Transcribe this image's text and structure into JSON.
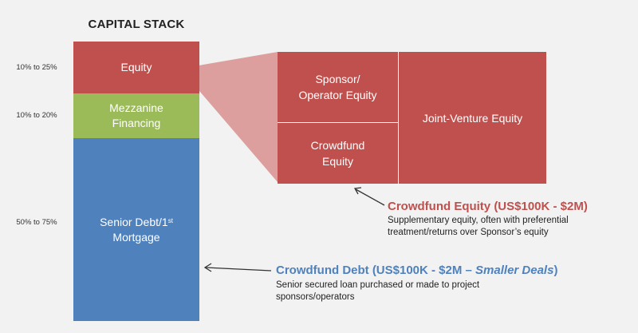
{
  "title": "CAPITAL STACK",
  "ranges": {
    "equity": "10% to 25%",
    "mezzanine": "10% to 20%",
    "senior": "50% to 75%"
  },
  "stack": {
    "equity": "Equity",
    "mezzanine_line1": "Mezzanine",
    "mezzanine_line2": "Financing",
    "senior_line1_pre": "Senior Debt/1",
    "senior_line1_sup": "st",
    "senior_line2": "Mortgage"
  },
  "equity_breakdown": {
    "sponsor_line1": "Sponsor/",
    "sponsor_line2": "Operator Equity",
    "crowdfund_line1": "Crowdfund",
    "crowdfund_line2": "Equity",
    "joint_venture": "Joint-Venture Equity"
  },
  "callouts": {
    "crowdfund_equity": {
      "heading": "Crowdfund Equity (US$100K - $2M)",
      "desc_line1": "Supplementary equity, often with preferential",
      "desc_line2": "treatment/returns over Sponsor’s equity"
    },
    "crowdfund_debt": {
      "heading_pre": "Crowdfund Debt (US$100K - $2M – ",
      "heading_em": "Smaller Deals",
      "heading_post": ")",
      "desc_line1": "Senior secured loan purchased or made to project",
      "desc_line2": "sponsors/operators"
    }
  },
  "colors": {
    "equity": "#c0504d",
    "mezzanine": "#9bbb59",
    "senior": "#4f81bd",
    "background": "#f2f2f2"
  }
}
